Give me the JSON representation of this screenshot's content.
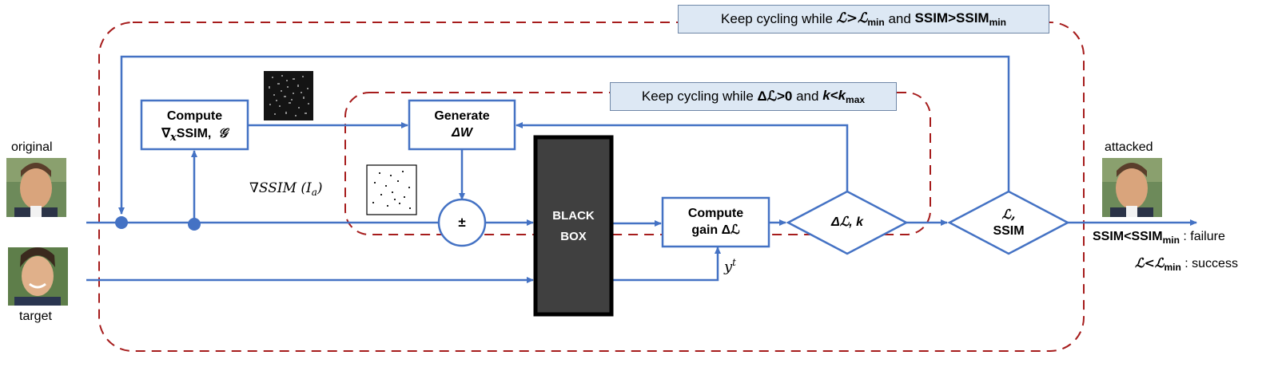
{
  "colors": {
    "line": "#4472c4",
    "loop_border": "#a61c1c",
    "banner_fill": "#dde8f4",
    "black_box_fill": "#404040"
  },
  "inputs": {
    "original_label": "original",
    "target_label": "target"
  },
  "output": {
    "attacked_label": "attacked",
    "failure_condition": "SSIM<SSIM",
    "failure_condition_sub": "min",
    "failure_text": ": failure",
    "success_condition": "ℒ<ℒ",
    "success_condition_sub": "min",
    "success_text": ": success"
  },
  "outer_loop": {
    "prefix": "Keep cycling while ",
    "cond1": "ℒ>ℒ",
    "cond1_sub": "min",
    "joiner": " and ",
    "cond2": "SSIM>SSIM",
    "cond2_sub": "min"
  },
  "inner_loop": {
    "prefix": "Keep cycling while ",
    "cond1": "Δℒ>0",
    "joiner": " and ",
    "cond2": "k<k",
    "cond2_sub": "max"
  },
  "blocks": {
    "compute_ssim_line1": "Compute",
    "compute_ssim_line2": "∇",
    "compute_ssim_sub": "x",
    "compute_ssim_line2b": "SSIM,  ",
    "compute_ssim_g": "𝒢",
    "generate_line1": "Generate",
    "generate_line2": "ΔW",
    "plusminus": "±",
    "black_box_line1": "BLACK",
    "black_box_line2": "BOX",
    "gain_line1": "Compute",
    "gain_line2": "gain Δℒ",
    "decision_inner": "Δℒ, k",
    "decision_outer_line1": "ℒ,",
    "decision_outer_line2": "SSIM"
  },
  "annotations": {
    "grad_ssim": "∇SSIM (I",
    "grad_ssim_sub": "a",
    "grad_ssim_close": ")",
    "target_label_y": "y",
    "target_label_sup": "t"
  },
  "images": {
    "original_face": "face-photo",
    "target_face": "face-photo",
    "attacked_face": "face-photo",
    "ssim_map": "dark-noise-map",
    "sparse_mask": "sparse-dot-mask"
  }
}
